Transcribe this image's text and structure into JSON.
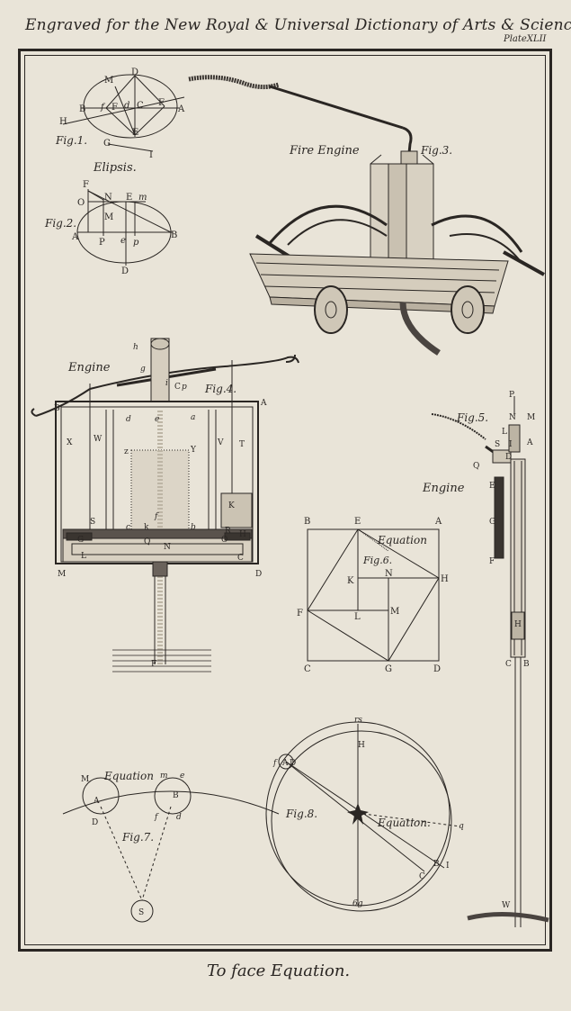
{
  "plate": {
    "header": "Engraved for the New Royal & Universal Dictionary of Arts & Sciences.",
    "plate_number": "PlateXLII",
    "footer": "To face Equation."
  },
  "figures": {
    "fig1": {
      "caption": "Fig.1.",
      "points": [
        "M",
        "D",
        "B",
        "f",
        "F",
        "d",
        "C",
        "F",
        "A",
        "H",
        "E",
        "G",
        "I"
      ]
    },
    "fig2": {
      "title": "Elipsis.",
      "caption": "Fig.2.",
      "points": [
        "F",
        "N",
        "E",
        "m",
        "O",
        "M",
        "A",
        "P",
        "e",
        "p",
        "B",
        "D"
      ]
    },
    "fig3": {
      "title": "Fire Engine",
      "caption": "Fig.3."
    },
    "fig4": {
      "title": "Engine",
      "caption": "Fig.4.",
      "points": [
        "h",
        "g",
        "i",
        "C",
        "p",
        "B",
        "A",
        "X",
        "W",
        "d",
        "e",
        "a",
        "V",
        "T",
        "z",
        "Y",
        "K",
        "S",
        "R",
        "c",
        "f",
        "k",
        "b",
        "G",
        "H",
        "O",
        "L",
        "Q",
        "N",
        "M",
        "C",
        "D",
        "F"
      ]
    },
    "fig5": {
      "title": "Engine",
      "caption": "Fig.5.",
      "points": [
        "P",
        "N",
        "M",
        "L",
        "S",
        "I",
        "A",
        "Q",
        "D",
        "E",
        "G",
        "F",
        "H",
        "C",
        "B",
        "W"
      ]
    },
    "fig6": {
      "title": "Equation",
      "caption": "Fig.6.",
      "points": [
        "B",
        "E",
        "A",
        "N",
        "K",
        "H",
        "F",
        "L",
        "M",
        "C",
        "G",
        "D"
      ]
    },
    "fig7": {
      "title": "Equation",
      "caption": "Fig.7.",
      "points": [
        "M",
        "A",
        "D",
        "m",
        "e",
        "B",
        "f",
        "d",
        "S"
      ]
    },
    "fig8": {
      "title": "Equation.",
      "caption": "Fig.8.",
      "points": [
        "rs",
        "H",
        "f",
        "A",
        "D",
        "q",
        "B",
        "C",
        "I",
        "6g"
      ]
    }
  }
}
